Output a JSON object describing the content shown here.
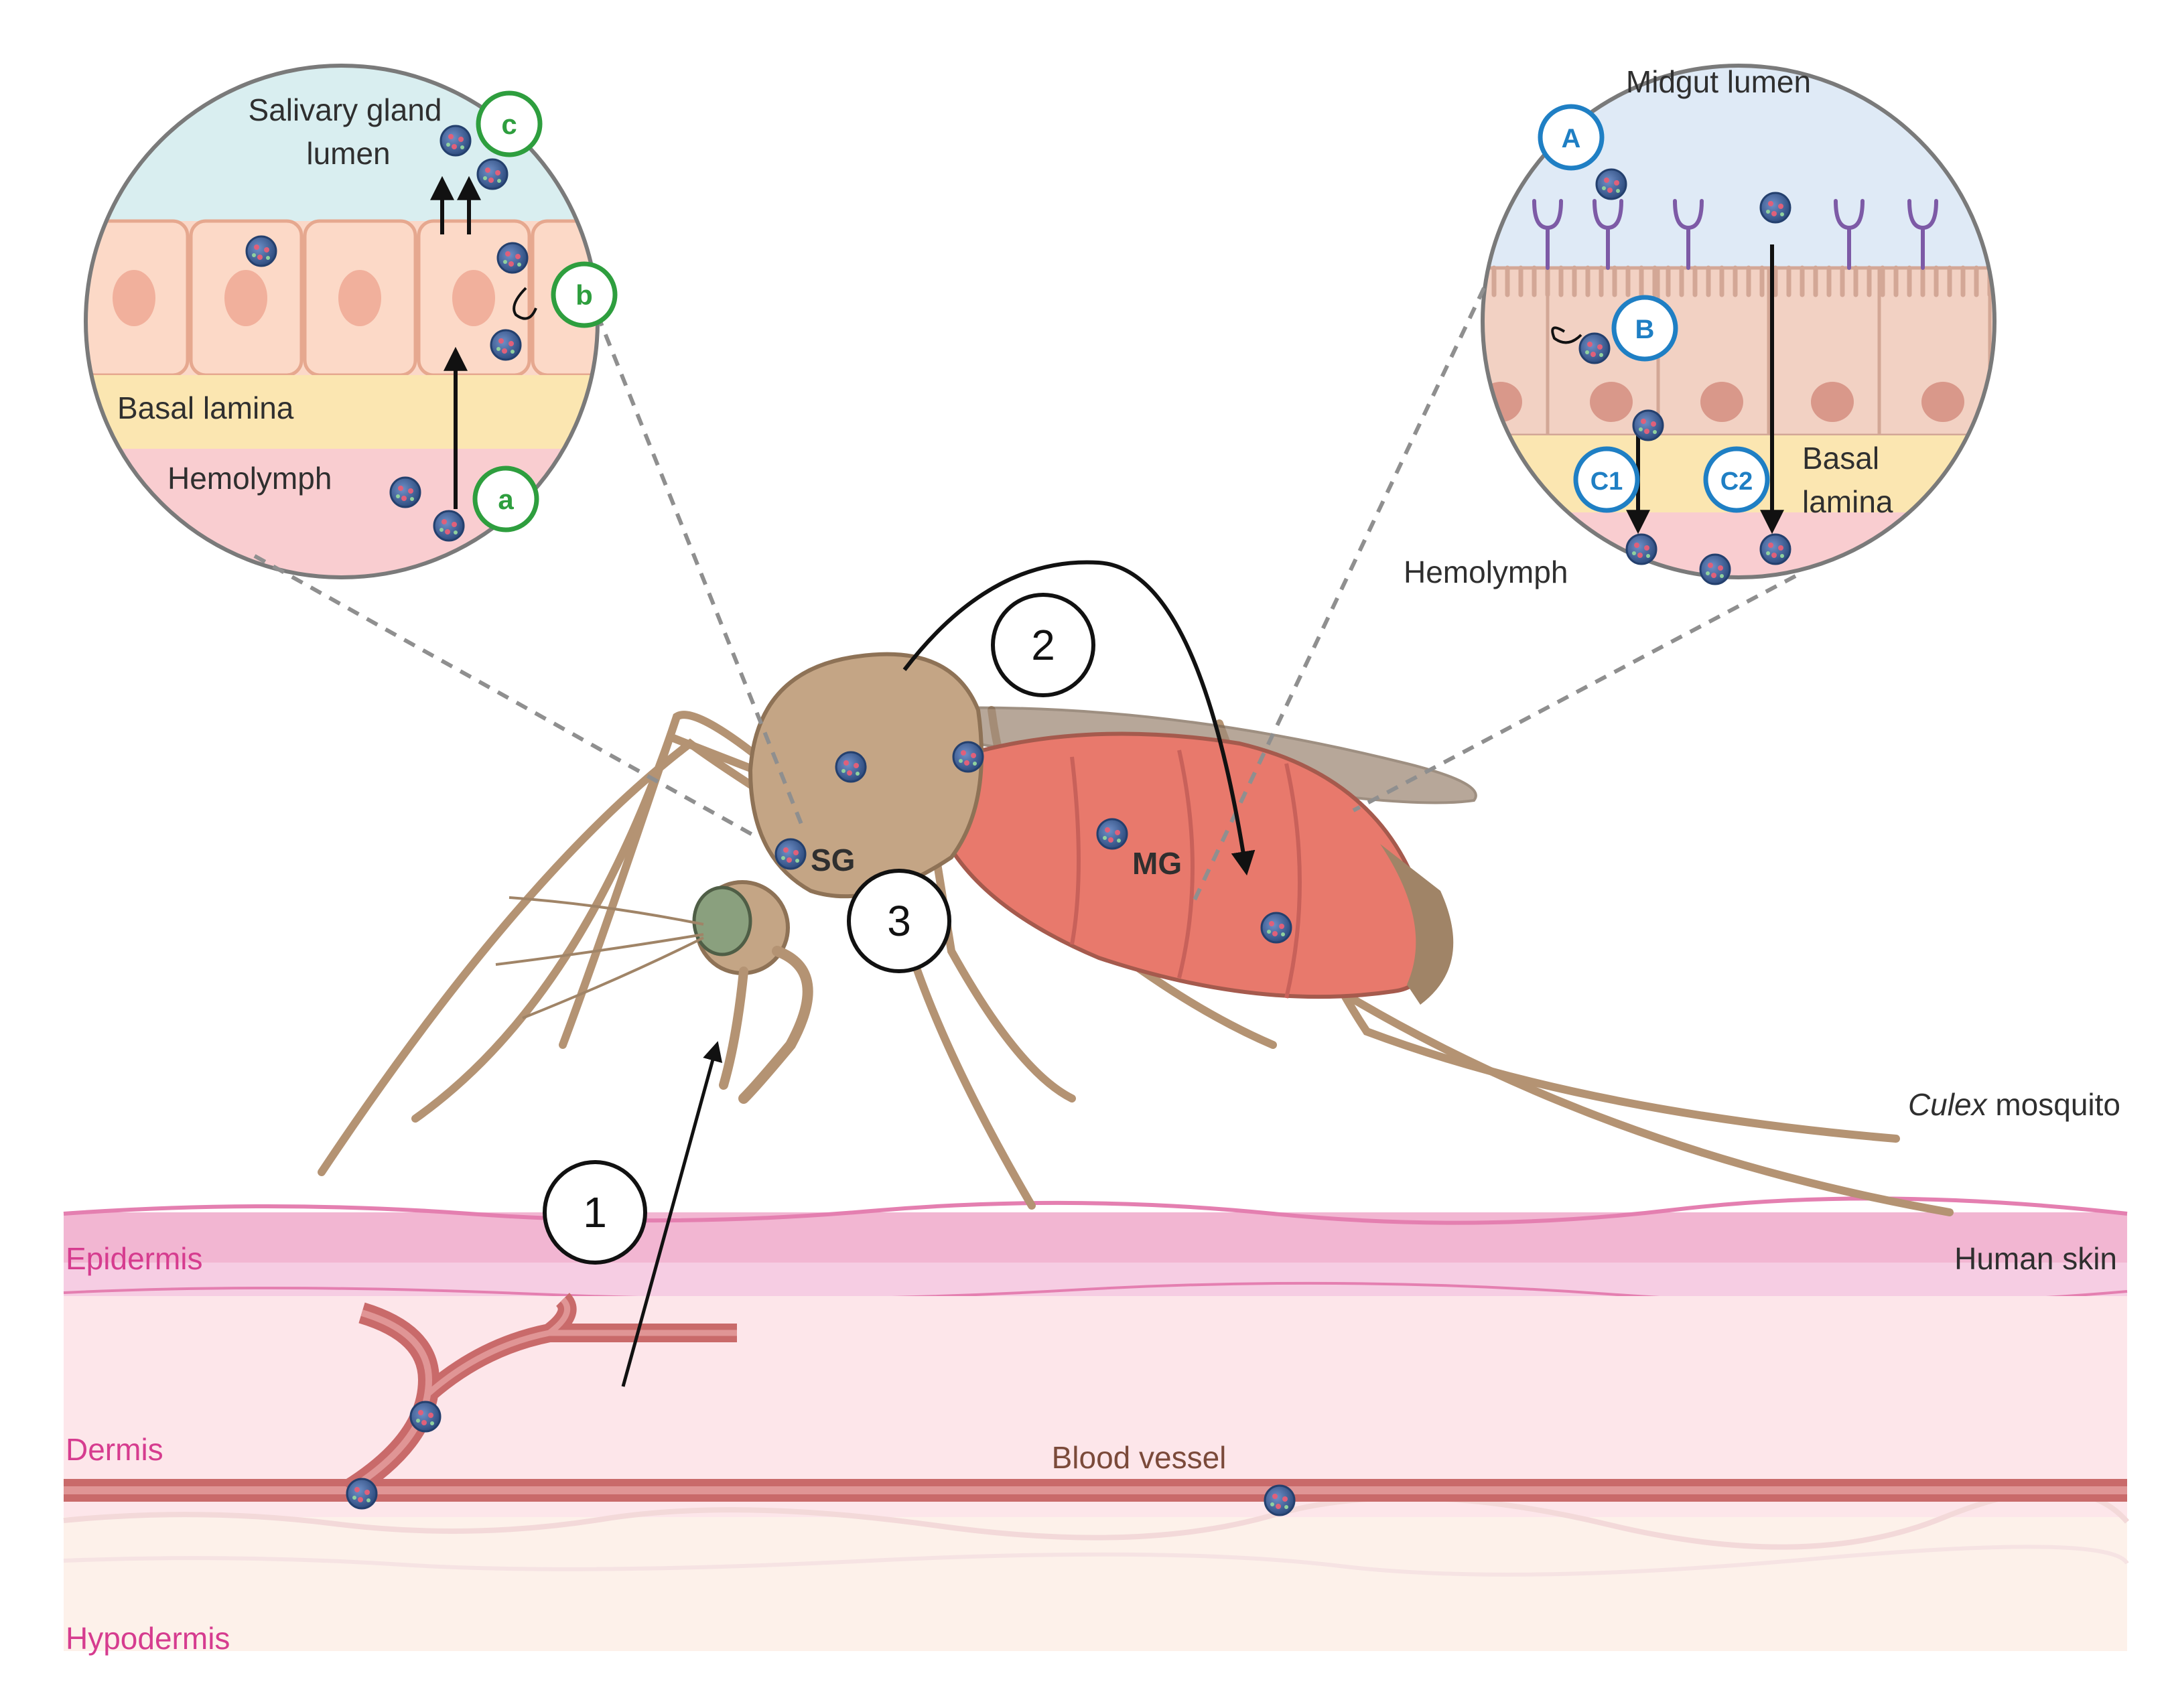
{
  "labels": {
    "salivary_line1": "Salivary gland",
    "salivary_line2": "lumen",
    "basal_lamina_left": "Basal lamina",
    "hemolymph_left": "Hemolymph",
    "midgut_lumen": "Midgut lumen",
    "basal_line1": "Basal",
    "basal_line2": "lamina",
    "hemolymph_right": "Hemolymph",
    "sg": "SG",
    "mg": "MG",
    "culex_italic": "Culex",
    "culex_rest": " mosquito",
    "human_skin": "Human skin",
    "epidermis": "Epidermis",
    "dermis": "Dermis",
    "hypodermis": "Hypodermis",
    "blood_vessel": "Blood vessel"
  },
  "steps": {
    "s1": "1",
    "s2": "2",
    "s3": "3"
  },
  "green_badges": {
    "a": "a",
    "b": "b",
    "c": "c"
  },
  "blue_badges": {
    "A": "A",
    "B": "B",
    "C1": "C1",
    "C2": "C2"
  },
  "colors": {
    "green_badge": "#2e9e3e",
    "blue_badge": "#1f7fc4",
    "tissue_label": "#d63c8f",
    "vessel": "#c96a6a",
    "virus": "#3b5a8c"
  }
}
